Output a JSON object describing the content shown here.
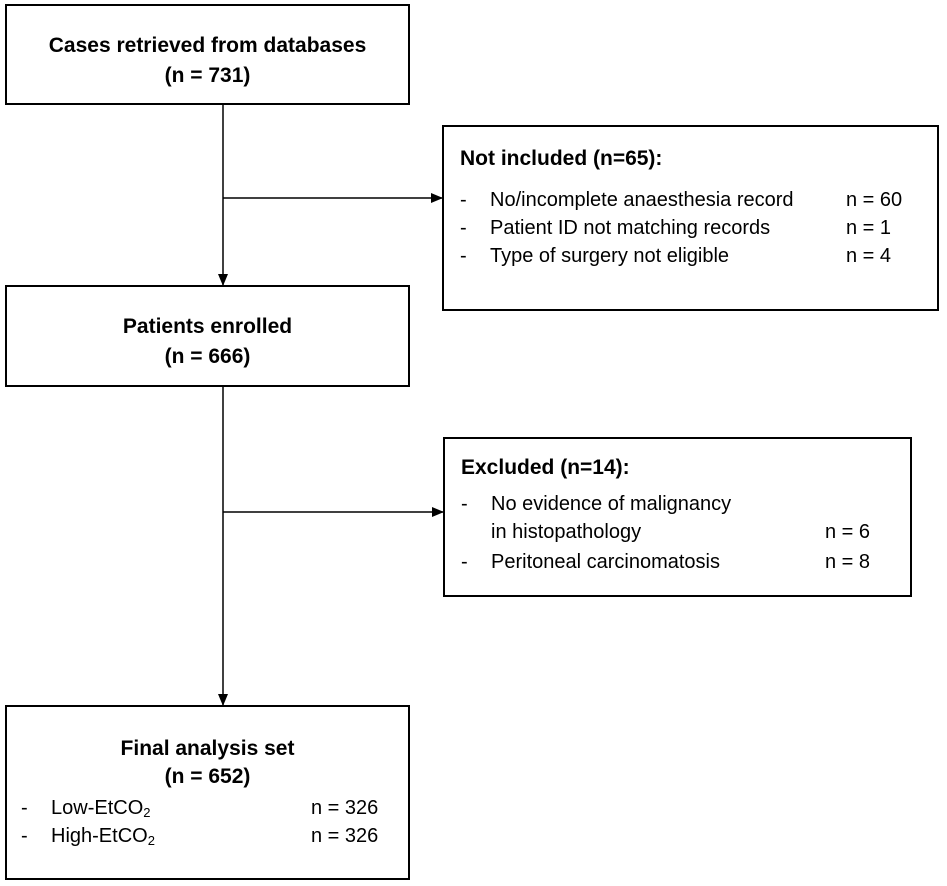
{
  "box_retrieved": {
    "title": "Cases retrieved from databases",
    "count": "(n = 731)"
  },
  "box_not_included": {
    "title": "Not included (n=65):",
    "items": [
      {
        "dash": "-",
        "label": "No/incomplete anaesthesia record",
        "count": "n = 60"
      },
      {
        "dash": "-",
        "label": "Patient ID not matching records",
        "count": "n = 1"
      },
      {
        "dash": "-",
        "label": "Type of surgery not eligible",
        "count": "n = 4"
      }
    ]
  },
  "box_enrolled": {
    "title": "Patients enrolled",
    "count": "(n = 666)"
  },
  "box_excluded": {
    "title": "Excluded (n=14):",
    "items": [
      {
        "dash": "-",
        "label_line1": "No evidence of malignancy",
        "label_line2": "in histopathology",
        "count": "n = 6"
      },
      {
        "dash": "-",
        "label": "Peritoneal carcinomatosis",
        "count": "n = 8"
      }
    ]
  },
  "box_final": {
    "title": "Final analysis set",
    "count": "(n = 652)",
    "groups": [
      {
        "dash": "-",
        "label_main": "Low-EtCO",
        "label_sub": "2",
        "count": "n = 326"
      },
      {
        "dash": "-",
        "label_main": "High-EtCO",
        "label_sub": "2",
        "count": "n = 326"
      }
    ]
  }
}
